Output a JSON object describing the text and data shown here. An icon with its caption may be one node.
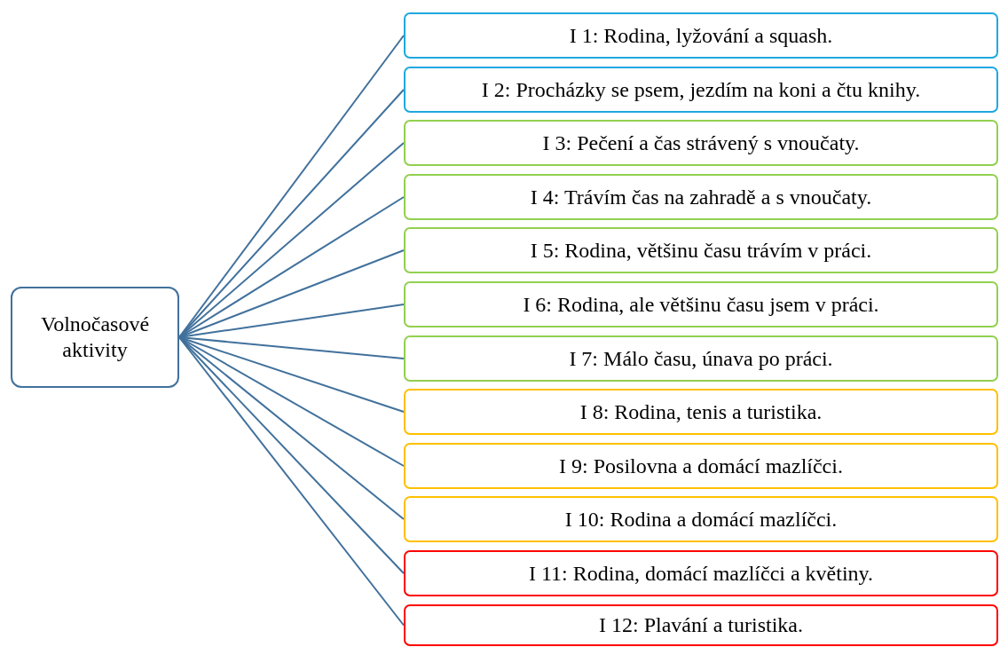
{
  "diagram": {
    "nodes": [
      {
        "text": [
          "Volnočasové aktivity"
        ]
      },
      {
        "text": [
          "I 1: Rodina, lyžování a squash."
        ]
      },
      {
        "text": [
          "I 2: Procházky se psem, jezdím na koni a čtu knihy."
        ]
      },
      {
        "text": [
          "I 3: Pečení a čas strávený s vnoučaty."
        ]
      },
      {
        "text": [
          "I 4: Trávím čas na zahradě a s vnoučaty."
        ]
      },
      {
        "text": [
          "I 5: Rodina, většinu času trávím v práci."
        ]
      },
      {
        "text": [
          "I 6: Rodina, ale většinu času jsem v práci."
        ]
      },
      {
        "text": [
          "I 7: Málo času, únava po práci."
        ]
      },
      {
        "text": [
          "I 8: Rodina, tenis a turistika."
        ]
      },
      {
        "text": [
          "I 9: Posilovna a domácí mazlíčci."
        ]
      },
      {
        "text": [
          "I 10: Rodina a domácí mazlíčci."
        ]
      },
      {
        "text": [
          "I 11: Rodina, domácí mazlíčci a květiny."
        ]
      },
      {
        "text": [
          "I 12: Plavání a turistika."
        ]
      }
    ],
    "edges": [
      {
        "from": 0,
        "to": 1,
        "arrow": "none"
      },
      {
        "from": 0,
        "to": 2,
        "arrow": "none"
      },
      {
        "from": 0,
        "to": 3,
        "arrow": "none"
      },
      {
        "from": 0,
        "to": 4,
        "arrow": "none"
      },
      {
        "from": 0,
        "to": 5,
        "arrow": "none"
      },
      {
        "from": 0,
        "to": 6,
        "arrow": "none"
      },
      {
        "from": 0,
        "to": 7,
        "arrow": "none"
      },
      {
        "from": 0,
        "to": 8,
        "arrow": "none"
      },
      {
        "from": 0,
        "to": 9,
        "arrow": "none"
      },
      {
        "from": 0,
        "to": 10,
        "arrow": "none"
      },
      {
        "from": 0,
        "to": 11,
        "arrow": "none"
      },
      {
        "from": 0,
        "to": 12,
        "arrow": "none"
      }
    ]
  }
}
